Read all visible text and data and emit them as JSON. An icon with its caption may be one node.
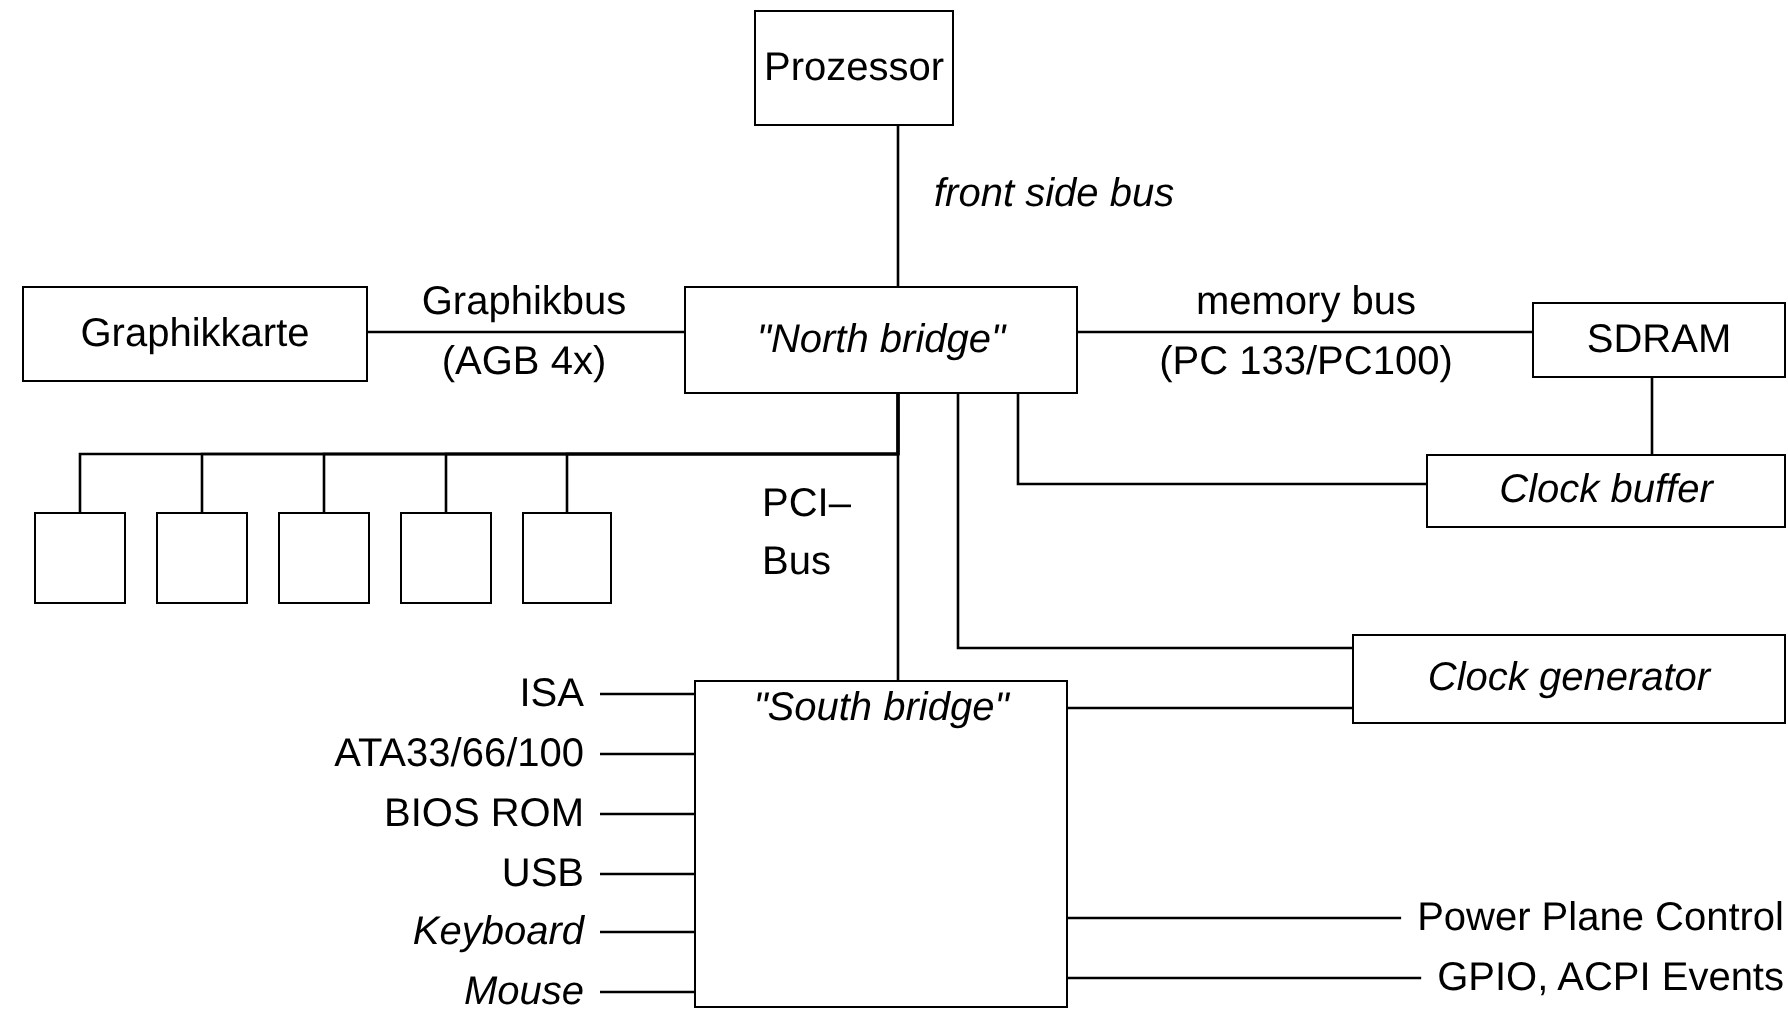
{
  "diagram": {
    "nodes": [
      {
        "text": [
          "Prozessor"
        ]
      },
      {
        "text": [
          "Graphikkarte"
        ]
      },
      {
        "text": [
          "\"North bridge\""
        ]
      },
      {
        "text": [
          "SDRAM"
        ]
      },
      {
        "text": [
          "Clock buffer"
        ]
      },
      {
        "text": [],
        "shape": "box"
      },
      {
        "text": [],
        "shape": "box"
      },
      {
        "text": [],
        "shape": "box"
      },
      {
        "text": [],
        "shape": "box"
      },
      {
        "text": [],
        "shape": "box"
      },
      {
        "text": [
          "Clock generator"
        ]
      },
      {
        "text": [
          "\"South bridge\""
        ]
      },
      {
        "text": [
          "ISA"
        ]
      },
      {
        "text": [
          "ATA33/66/100"
        ]
      },
      {
        "text": [
          "BIOS ROM"
        ]
      },
      {
        "text": [
          "USB"
        ]
      },
      {
        "text": [
          "Keyboard"
        ]
      },
      {
        "text": [
          "Mouse"
        ]
      },
      {
        "text": [
          "Power Plane Control"
        ]
      },
      {
        "text": [
          "GPIO, ACPI Events"
        ]
      }
    ],
    "edges": [
      {
        "from": 0,
        "to": 2,
        "arrow": "none",
        "label": "front side bus"
      },
      {
        "from": 1,
        "to": 2,
        "arrow": "none",
        "label": "Graphikbus (AGB 4x)"
      },
      {
        "from": 2,
        "to": 3,
        "arrow": "none",
        "label": "memory bus (PC 133/PC100)"
      },
      {
        "from": 2,
        "to": 11,
        "arrow": "none",
        "label": "PCI– Bus"
      },
      {
        "from": 2,
        "to": 5,
        "arrow": "none"
      },
      {
        "from": 2,
        "to": 6,
        "arrow": "none"
      },
      {
        "from": 2,
        "to": 7,
        "arrow": "none"
      },
      {
        "from": 2,
        "to": 8,
        "arrow": "none"
      },
      {
        "from": 2,
        "to": 9,
        "arrow": "none"
      },
      {
        "from": 2,
        "to": 4,
        "arrow": "none"
      },
      {
        "from": 3,
        "to": 4,
        "arrow": "none"
      },
      {
        "from": 2,
        "to": 10,
        "arrow": "none"
      },
      {
        "from": 11,
        "to": 10,
        "arrow": "none"
      },
      {
        "from": 12,
        "to": 11,
        "arrow": "none"
      },
      {
        "from": 13,
        "to": 11,
        "arrow": "none"
      },
      {
        "from": 14,
        "to": 11,
        "arrow": "none"
      },
      {
        "from": 15,
        "to": 11,
        "arrow": "none"
      },
      {
        "from": 16,
        "to": 11,
        "arrow": "none"
      },
      {
        "from": 17,
        "to": 11,
        "arrow": "none"
      },
      {
        "from": 11,
        "to": 18,
        "arrow": "none"
      },
      {
        "from": 11,
        "to": 19,
        "arrow": "none"
      }
    ]
  }
}
